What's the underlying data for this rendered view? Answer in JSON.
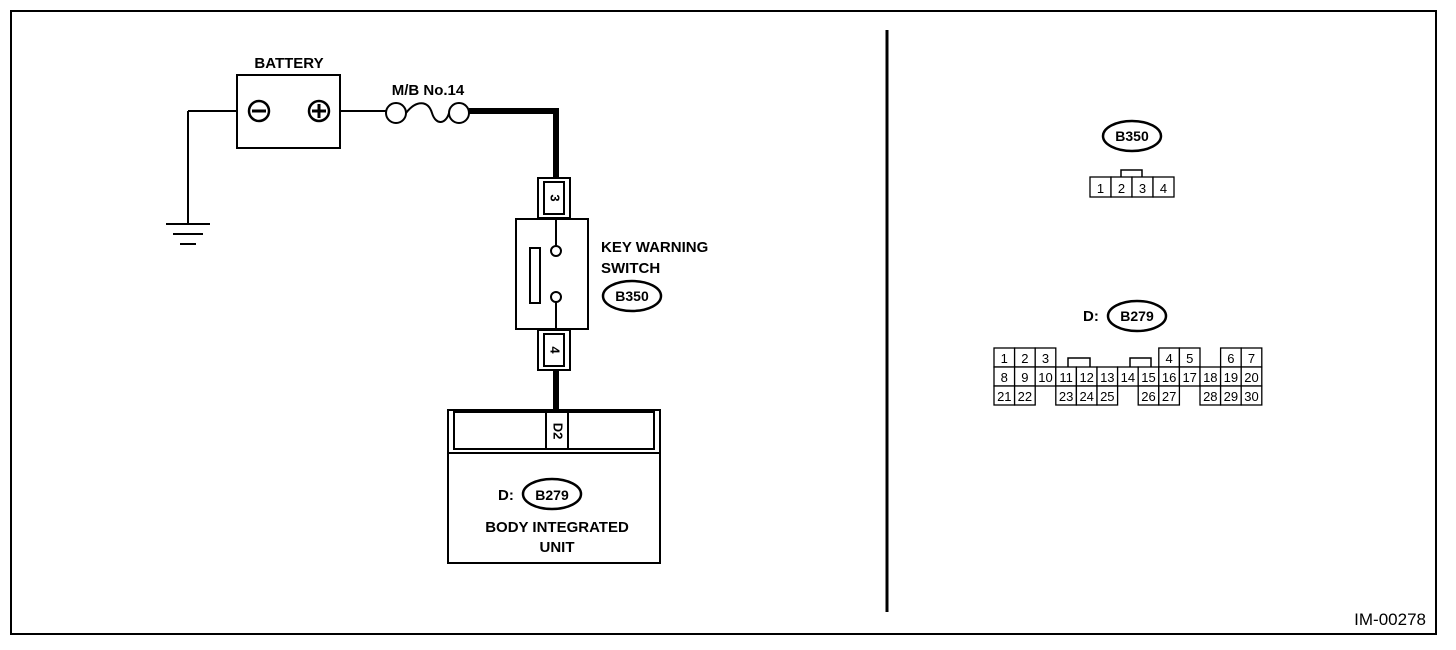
{
  "left": {
    "battery_label": "BATTERY",
    "battery_minus": "−",
    "battery_plus": "+",
    "fuse_label": "M/B No.14",
    "switch_label_line1": "KEY WARNING",
    "switch_label_line2": "SWITCH",
    "switch_connector": "B350",
    "switch_pin_top": "3",
    "switch_pin_bottom": "4",
    "unit_pin": "D2",
    "unit_connector_prefix": "D:",
    "unit_connector": "B279",
    "unit_label_line1": "BODY INTEGRATED",
    "unit_label_line2": "UNIT"
  },
  "right": {
    "b350_connector": "B350",
    "b350_pins": [
      "1",
      "2",
      "3",
      "4"
    ],
    "b279_prefix": "D:",
    "b279_connector": "B279",
    "b279_rows": [
      [
        "1",
        "2",
        "3",
        "",
        "",
        "",
        "",
        "",
        "4",
        "5",
        "",
        "6",
        "7"
      ],
      [
        "8",
        "9",
        "10",
        "11",
        "12",
        "13",
        "14",
        "15",
        "16",
        "17",
        "18",
        "19",
        "20"
      ],
      [
        "21",
        "22",
        "",
        "23",
        "24",
        "25",
        "",
        "26",
        "27",
        "",
        "28",
        "29",
        "30"
      ]
    ]
  },
  "figure_code": "IM-00278"
}
